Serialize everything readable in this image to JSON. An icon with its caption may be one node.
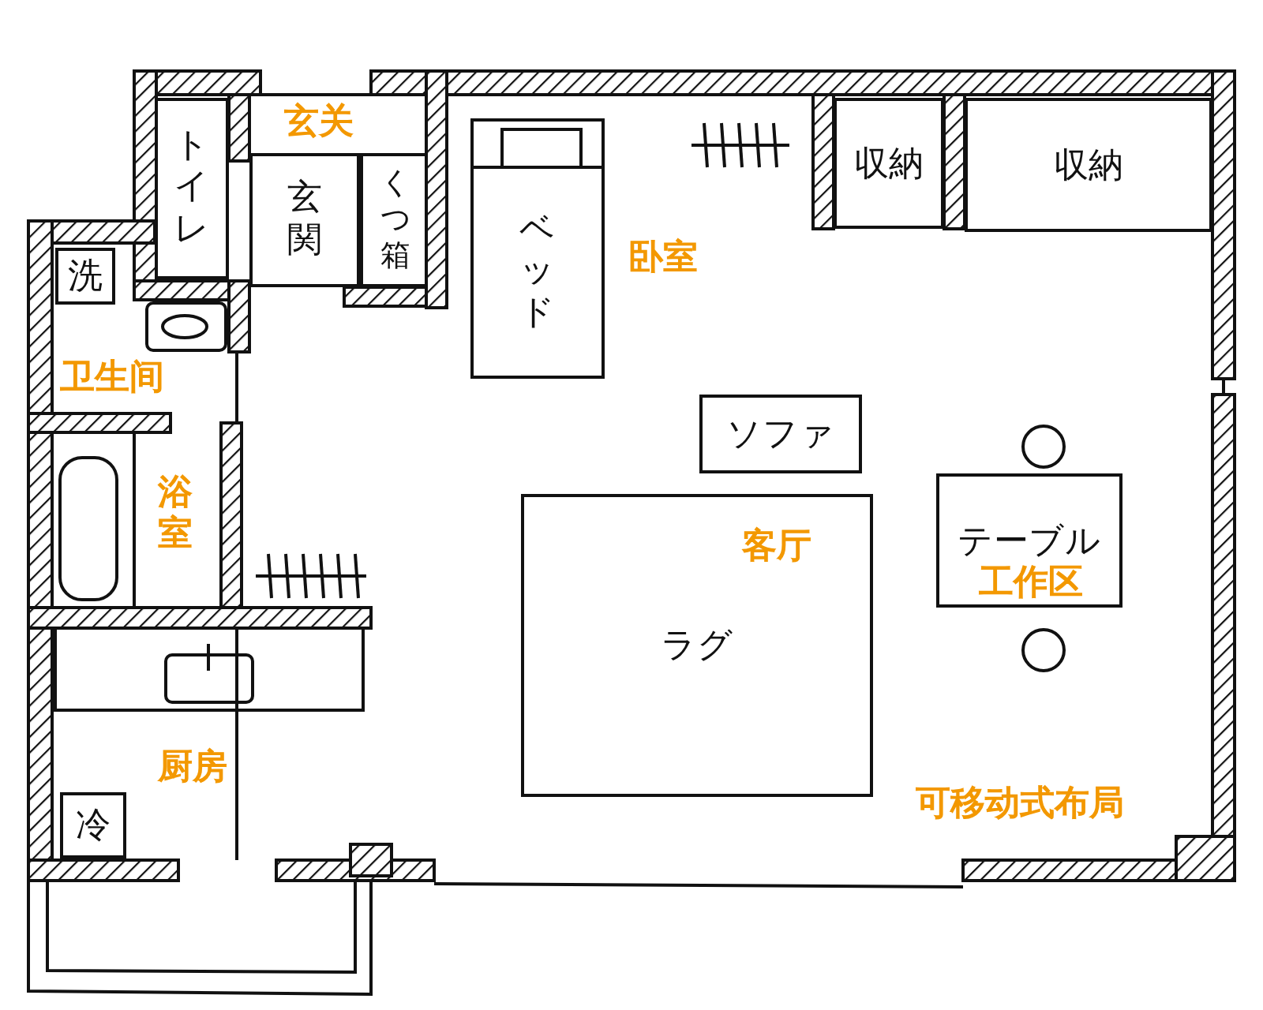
{
  "diagram": {
    "nodes": [
      {
        "text": [
          "トイレ"
        ]
      },
      {
        "text": [
          "玄関"
        ]
      },
      {
        "text": [
          "くつ箱"
        ]
      },
      {
        "text": [
          "ベッド"
        ]
      },
      {
        "text": [
          "収納"
        ]
      },
      {
        "text": [
          "収納"
        ]
      },
      {
        "text": [
          "ソファ"
        ]
      },
      {
        "text": [
          "ラグ"
        ]
      },
      {
        "text": [
          "テーブル"
        ]
      },
      {
        "text": [
          "洗"
        ]
      },
      {
        "text": [
          "冷"
        ]
      }
    ],
    "labels": [
      "玄关",
      "卧室",
      "卫生间",
      "浴室",
      "客厅",
      "工作区",
      "厨房",
      "可移动式布局"
    ]
  }
}
